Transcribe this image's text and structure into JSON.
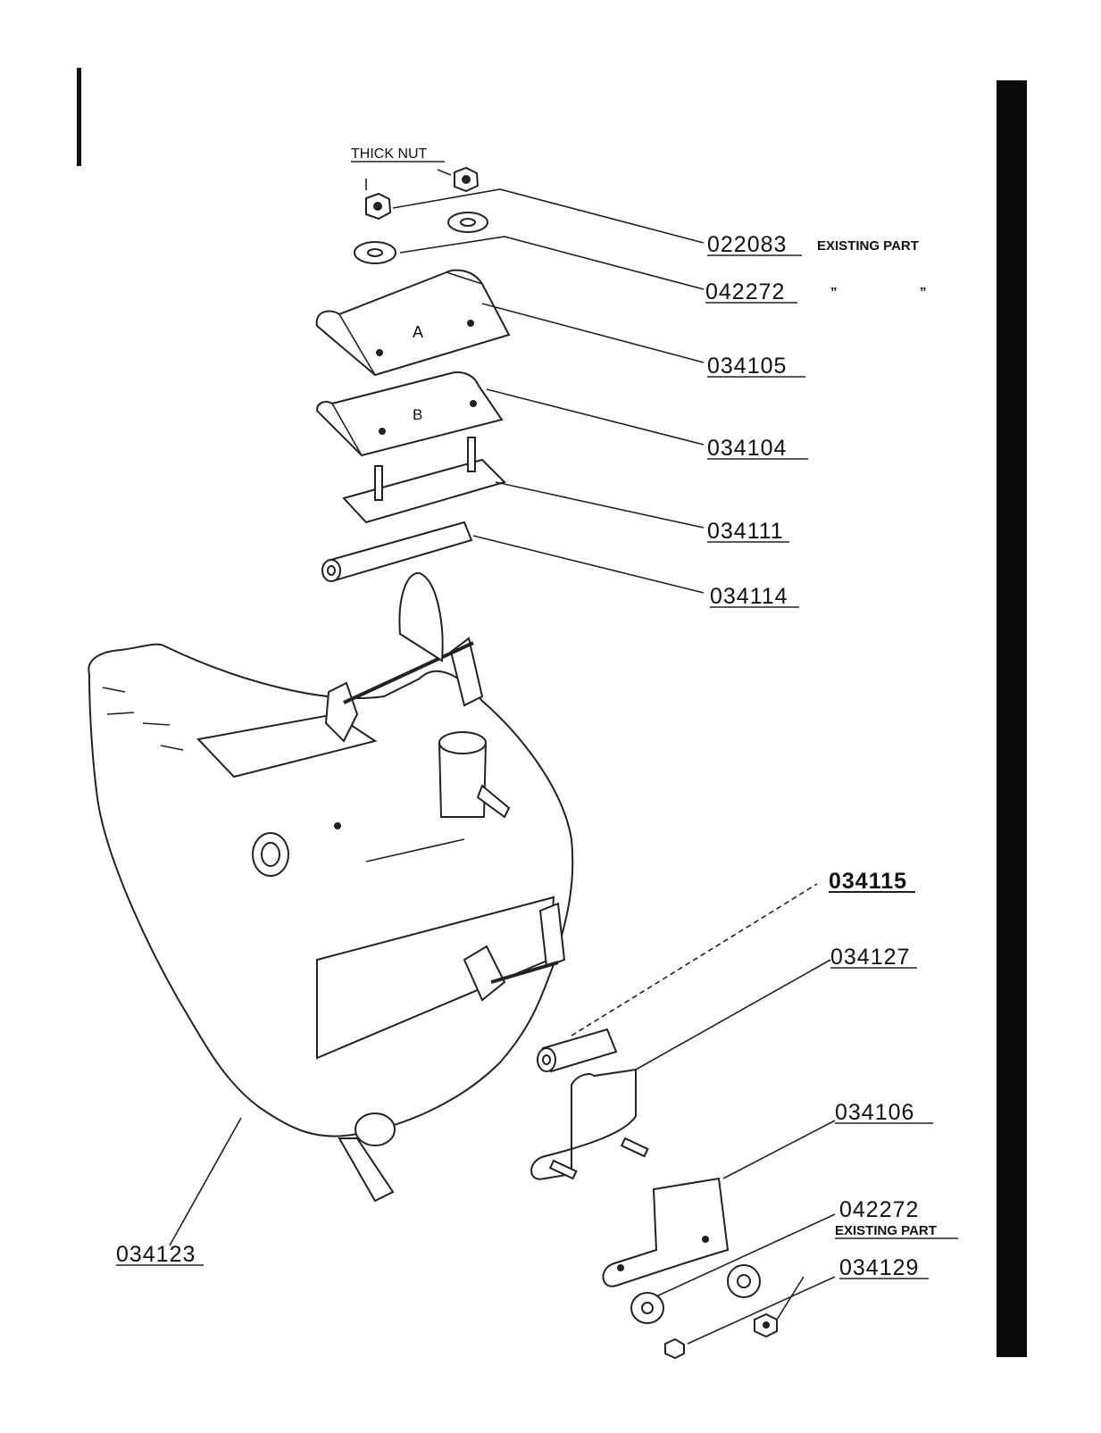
{
  "diagram": {
    "labels": {
      "thick_nut": "THICK NUT",
      "p022083": "022083",
      "existing_part_1": "EXISTING PART",
      "p042272_top": "042272",
      "ditto_1": "”",
      "ditto_2": "”",
      "p034105": "034105",
      "p034104": "034104",
      "p034111": "034111",
      "p034114": "034114",
      "p034115": "034115",
      "p034127": "034127",
      "p034106": "034106",
      "p042272_bottom": "042272",
      "existing_part_2": "EXISTING PART",
      "p034129": "034129",
      "p034123": "034123"
    },
    "plate_letters": {
      "a": "A",
      "b": "B"
    }
  }
}
